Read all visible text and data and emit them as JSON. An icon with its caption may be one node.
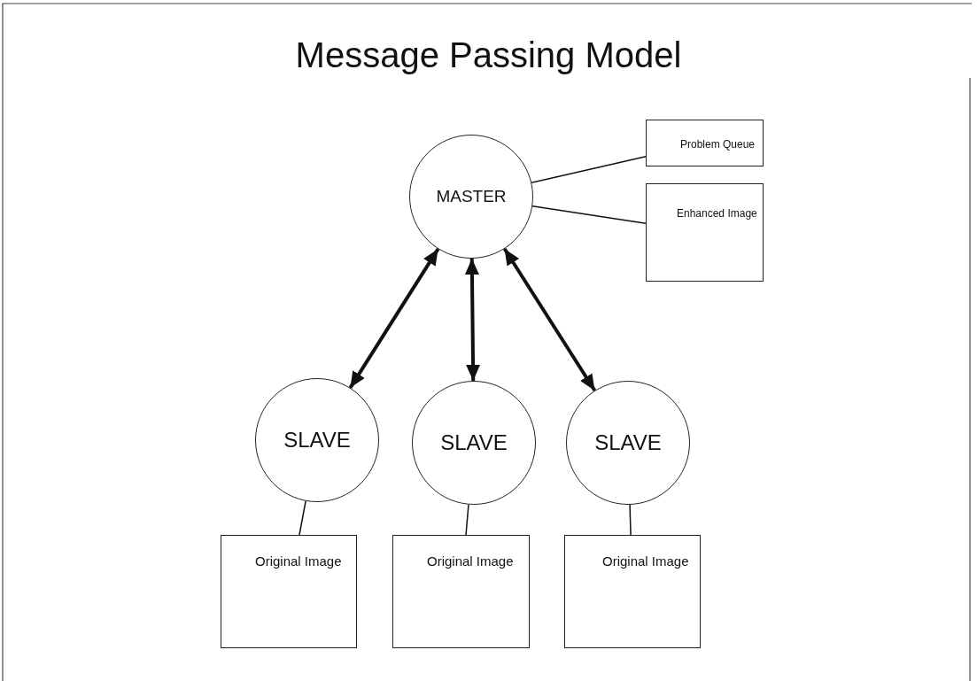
{
  "diagram": {
    "title": "Message Passing Model",
    "nodes": [
      {
        "text": [
          "MASTER"
        ]
      },
      {
        "text": [
          "Problem Queue"
        ]
      },
      {
        "text": [
          "Enhanced Image"
        ]
      },
      {
        "text": [
          "SLAVE"
        ]
      },
      {
        "text": [
          "SLAVE"
        ]
      },
      {
        "text": [
          "SLAVE"
        ]
      },
      {
        "text": [
          "Original Image"
        ]
      },
      {
        "text": [
          "Original Image"
        ]
      },
      {
        "text": [
          "Original Image"
        ]
      }
    ],
    "edges": [
      {
        "from": 0,
        "to": 1,
        "arrow": "none"
      },
      {
        "from": 0,
        "to": 2,
        "arrow": "none"
      },
      {
        "from": 0,
        "to": 3,
        "arrow": "both",
        "style": "thick"
      },
      {
        "from": 0,
        "to": 4,
        "arrow": "both",
        "style": "thick"
      },
      {
        "from": 0,
        "to": 5,
        "arrow": "both",
        "style": "thick"
      },
      {
        "from": 3,
        "to": 6,
        "arrow": "none"
      },
      {
        "from": 4,
        "to": 7,
        "arrow": "none"
      },
      {
        "from": 5,
        "to": 8,
        "arrow": "none"
      }
    ]
  }
}
